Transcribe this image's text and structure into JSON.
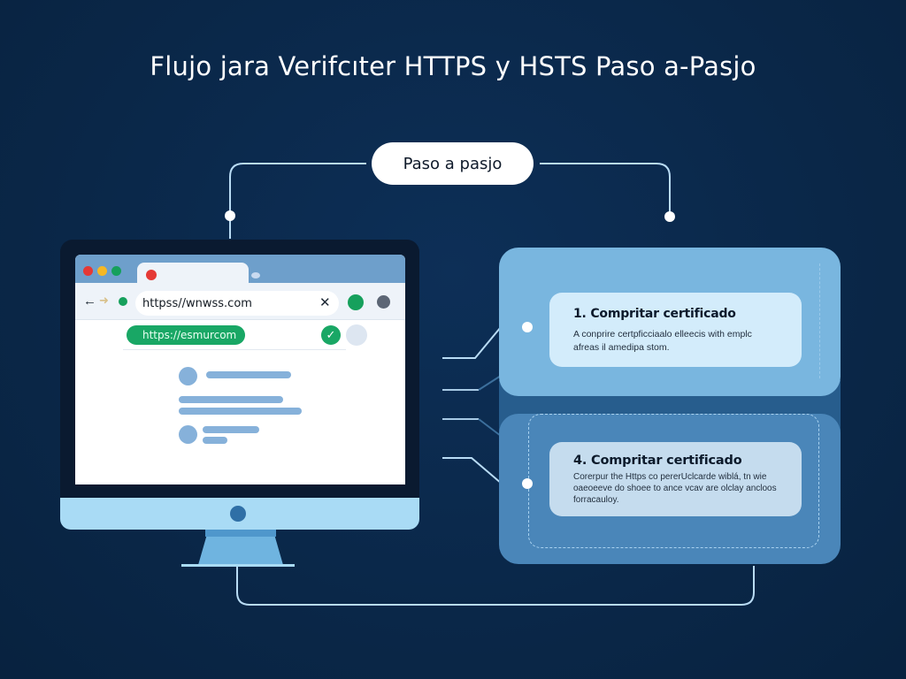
{
  "title": "Flujo jara Verifcıter HTTPS y HSTS Paso a-Pasjo",
  "header_pill": {
    "label": "Paso a pasjo"
  },
  "browser": {
    "url_bar": {
      "value": "httpss//wnwss.com",
      "clear_icon": "✕"
    },
    "nav": {
      "back_icon": "←",
      "forward_icon": "➜"
    },
    "https_badge": {
      "label": "https://esmurcom"
    },
    "check_icon": "✓",
    "traffic_lights": [
      "#e53935",
      "#f6b824",
      "#16a05c"
    ]
  },
  "steps": [
    {
      "title": "1. Compritar certificado",
      "body": "A conprire certpficciaalo elleecis with emplc afreas il amedipa stom."
    },
    {
      "title": "4. Compritar certificado",
      "body": "Corerpur the Https co pererUclcarde wiblá, tn wie oaeoeeve do shoee to ance vcav are olclay ancloos forracauloy."
    }
  ],
  "colors": {
    "background": "#0a2748",
    "panel_top": "#79b6df",
    "panel_bottom": "#4a86b9",
    "accent_green": "#19a765",
    "connector": "#b9dcf5"
  }
}
